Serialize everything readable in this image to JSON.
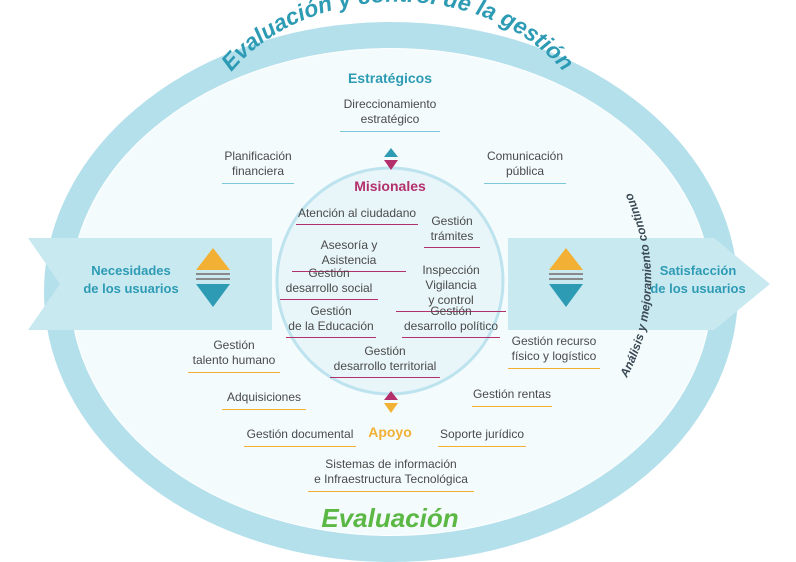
{
  "title_arc": "Evaluación y control de la gestión",
  "bottom_title": "Evaluación",
  "side_arc": "Análisis y mejoramiento continuo",
  "inputs": "Necesidades\nde los usuarios",
  "outputs": "Satisfacción\nde los usuarios",
  "estrategicos": {
    "heading": "Estratégicos",
    "items": [
      "Direccionamiento\nestratégico",
      "Planificación\nfinanciera",
      "Comunicación\npública"
    ]
  },
  "misionales": {
    "heading": "Misionales",
    "items": [
      "Atención al ciudadano",
      "Gestión\ntrámites",
      "Asesoría y Asistencia",
      "Inspección Vigilancia\ny control",
      "Gestión\ndesarrollo social",
      "Gestión\nde la Educación",
      "Gestión\ndesarrollo político",
      "Gestión\ndesarrollo territorial"
    ]
  },
  "apoyo": {
    "heading": "Apoyo",
    "items": [
      "Gestión\ntalento humano",
      "Adquisiciones",
      "Gestión documental",
      "Gestión recurso\nfísico y logístico",
      "Gestión rentas",
      "Soporte jurídico",
      "Sistemas de información\ne Infraestructura Tecnológica"
    ]
  },
  "colors": {
    "ring": "#b4e0ec",
    "ring_text": "#2d9bb4",
    "inner_fill": "#eaf6fa",
    "estrategicos": "#2d9bb4",
    "misionales": "#b3306d",
    "apoyo": "#f2b134",
    "evaluacion": "#5cb845",
    "side_text": "#3a4a55"
  }
}
